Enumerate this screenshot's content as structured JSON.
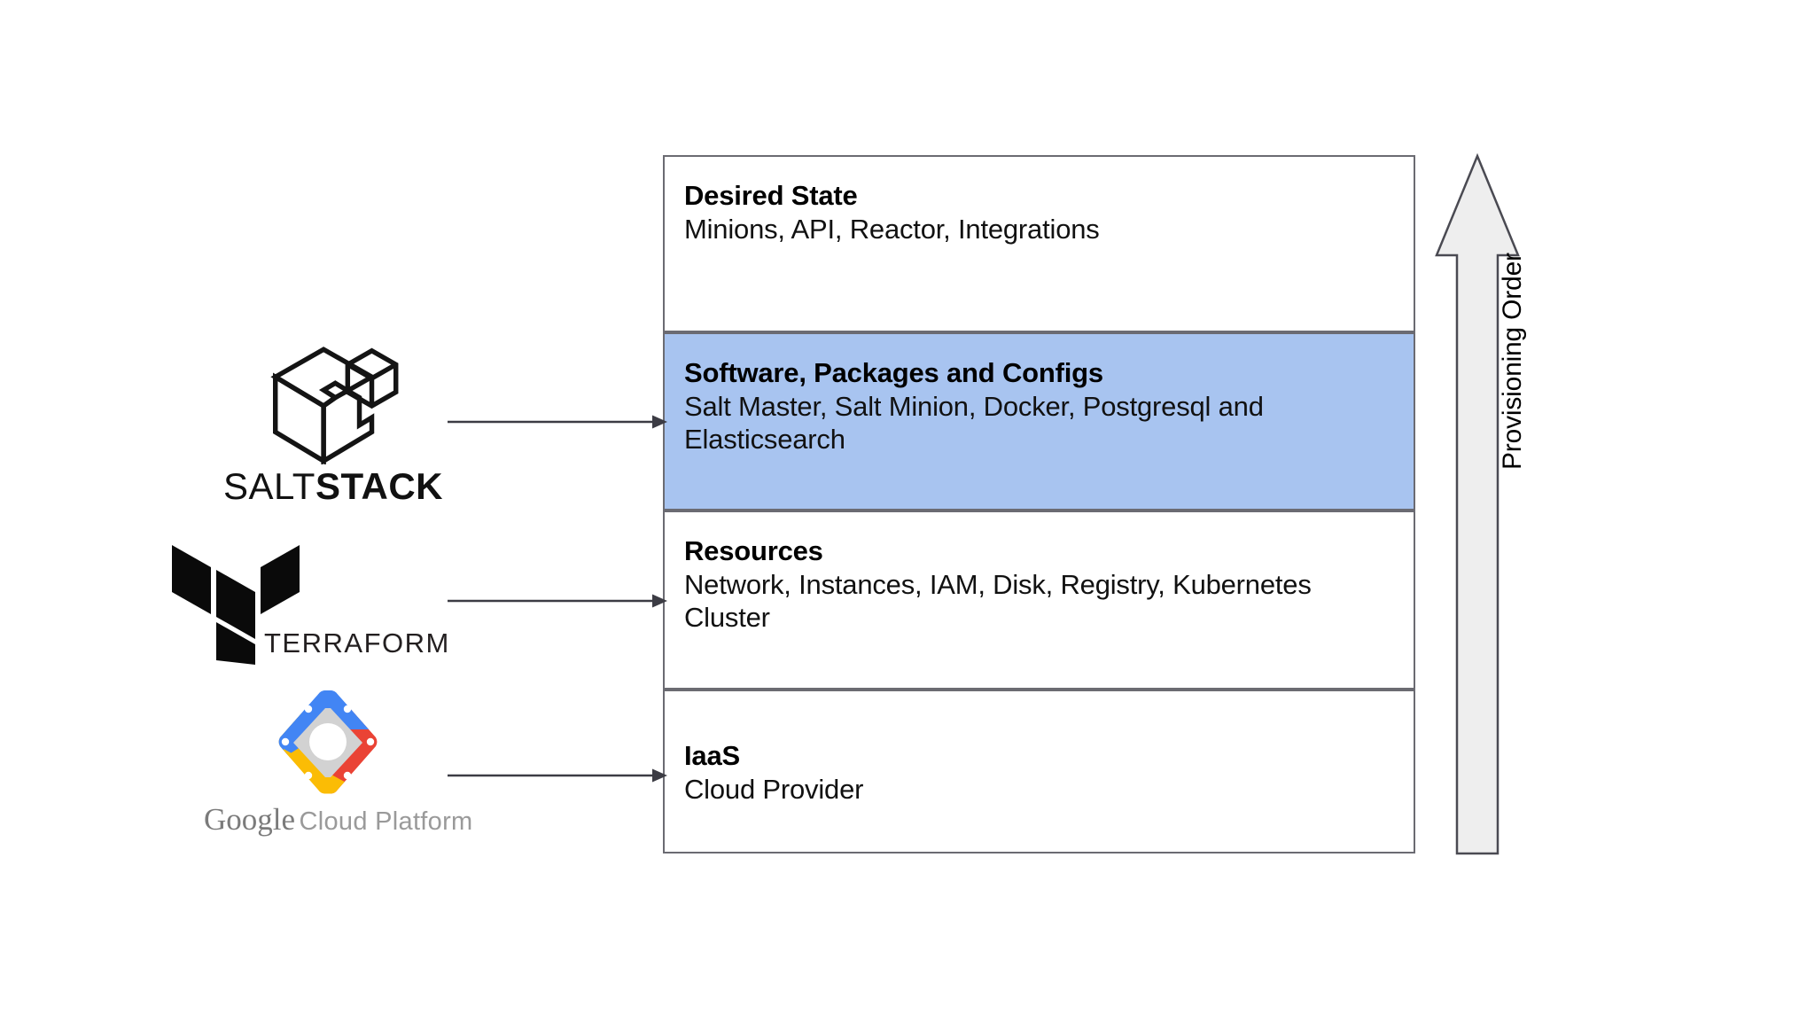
{
  "diagram": {
    "title": "Provisioning stack diagram",
    "background_color": "#ffffff",
    "highlight_color": "#a8c4f0",
    "border_color": "#6b6b72"
  },
  "layers": [
    {
      "id": "desired-state",
      "title": "Desired State",
      "description": "Minions, API, Reactor, Integrations",
      "highlighted": "false"
    },
    {
      "id": "software-packages-configs",
      "title": "Software, Packages and Configs",
      "description": "Salt Master, Salt Minion, Docker, Postgresql and Elasticsearch",
      "highlighted": "true"
    },
    {
      "id": "resources",
      "title": "Resources",
      "description": "Network, Instances, IAM, Disk, Registry, Kubernetes Cluster",
      "highlighted": "false"
    },
    {
      "id": "iaas",
      "title": "IaaS",
      "description": "Cloud Provider",
      "highlighted": "false"
    }
  ],
  "tools": [
    {
      "id": "saltstack",
      "icon": "saltstack-cube-icon",
      "name_light": "SALT",
      "name_bold": "STACK",
      "targets_layer": "software-packages-configs"
    },
    {
      "id": "terraform",
      "icon": "terraform-logo-icon",
      "name": "TERRAFORM",
      "targets_layer": "resources"
    },
    {
      "id": "google-cloud-platform",
      "icon": "google-cloud-hexagon-icon",
      "name_serif": "Google",
      "name_sans": "Cloud Platform",
      "targets_layer": "iaas"
    }
  ],
  "provisioning_arrow": {
    "label": "Provisioning Order",
    "direction": "up",
    "fill_color": "#eeeeee",
    "stroke_color": "#4a4a52"
  },
  "connectors": [
    {
      "from": "saltstack",
      "to": "software-packages-configs"
    },
    {
      "from": "terraform",
      "to": "resources"
    },
    {
      "from": "google-cloud-platform",
      "to": "iaas"
    }
  ]
}
